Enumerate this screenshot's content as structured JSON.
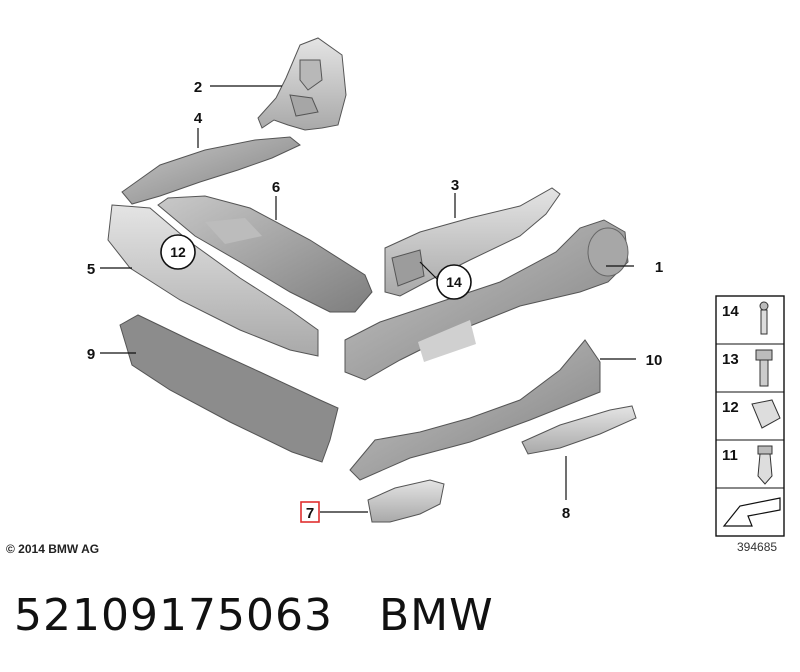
{
  "diagram": {
    "callouts": [
      {
        "id": "c1",
        "label": "1"
      },
      {
        "id": "c2",
        "label": "2"
      },
      {
        "id": "c3",
        "label": "3"
      },
      {
        "id": "c4",
        "label": "4"
      },
      {
        "id": "c5",
        "label": "5"
      },
      {
        "id": "c6",
        "label": "6"
      },
      {
        "id": "c7",
        "label": "7"
      },
      {
        "id": "c8",
        "label": "8"
      },
      {
        "id": "c9",
        "label": "9"
      },
      {
        "id": "c10",
        "label": "10"
      }
    ],
    "circled": [
      {
        "id": "k12",
        "label": "12"
      },
      {
        "id": "k14",
        "label": "14"
      }
    ],
    "legend": [
      "14",
      "13",
      "12",
      "11"
    ],
    "highlight_color": "#e03030",
    "part_color": "#8a8a8a"
  },
  "copyright": "© 2014 BMW AG",
  "ref_number": "394685",
  "part_number": "52109175063",
  "brand": "BMW"
}
